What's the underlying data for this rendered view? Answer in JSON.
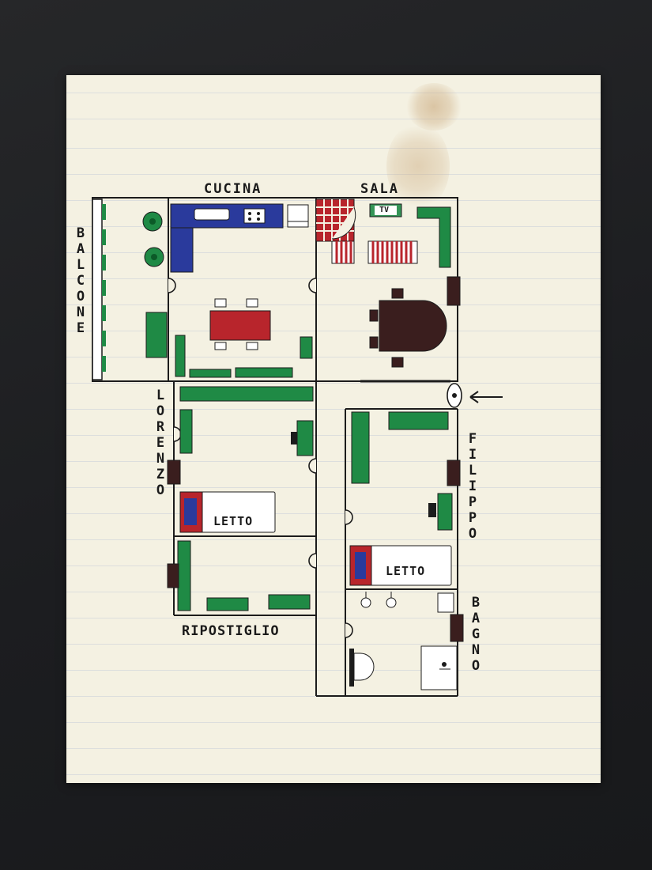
{
  "floorplan": {
    "rooms": {
      "kitchen": "CUCINA",
      "living": "SALA",
      "balcony": "BALCONE",
      "room_left": "LORENZO",
      "room_right": "FILIPPO",
      "storage": "RIPOSTIGLIO",
      "bathroom": "BAGNO"
    },
    "bed_label": "LETTO",
    "tv_label": "TV"
  },
  "colors": {
    "ink": "#1c1c1c",
    "green": "#1f8a45",
    "blue": "#2a3a9c",
    "red": "#b8252c",
    "brown": "#3a1e1e",
    "paper": "#f4f1e2"
  }
}
